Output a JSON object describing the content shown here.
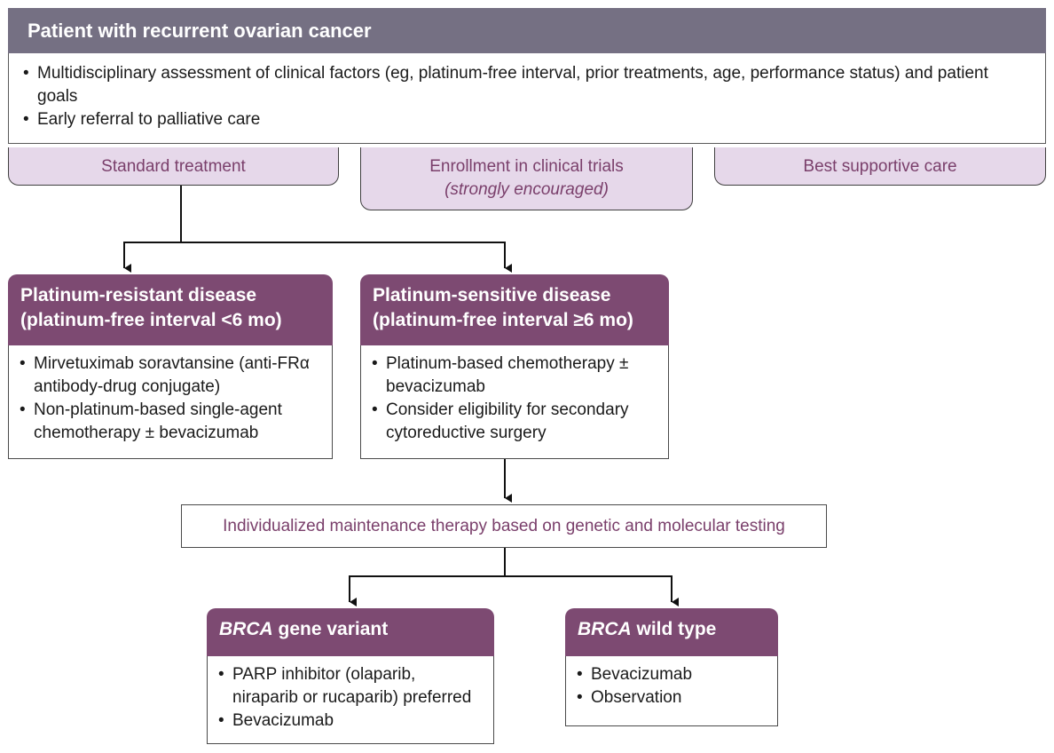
{
  "patient": {
    "title": "Patient with recurrent ovarian cancer",
    "bullets": [
      "Multidisciplinary assessment of clinical factors (eg, platinum-free interval, prior treatments, age, performance status) and patient goals",
      "Early referral to palliative care"
    ]
  },
  "options": {
    "standard": "Standard treatment",
    "trials": "Enrollment in clinical trials",
    "trials_note": "(strongly encouraged)",
    "supportive": "Best supportive care"
  },
  "resistant": {
    "title_line1": "Platinum-resistant disease",
    "title_line2": "(platinum-free interval <6 mo)",
    "bullets": [
      "Mirvetuximab soravtansine (anti-FRα antibody-drug conjugate)",
      "Non-platinum-based single-agent chemotherapy ± bevacizumab"
    ]
  },
  "sensitive": {
    "title_line1": "Platinum-sensitive disease",
    "title_line2": "(platinum-free interval ≥6 mo)",
    "bullets": [
      "Platinum-based chemotherapy ± bevacizumab",
      "Consider eligibility for secondary cytoreductive surgery"
    ]
  },
  "maintenance": "Individualized maintenance therapy based on genetic and molecular testing",
  "brca_variant": {
    "title_em": "BRCA",
    "title_rest": " gene variant",
    "bullets": [
      "PARP inhibitor (olaparib, niraparib or rucaparib) preferred",
      "Bevacizumab"
    ]
  },
  "brca_wild": {
    "title_em": "BRCA",
    "title_rest": " wild type",
    "bullets": [
      "Bevacizumab",
      "Observation"
    ]
  }
}
